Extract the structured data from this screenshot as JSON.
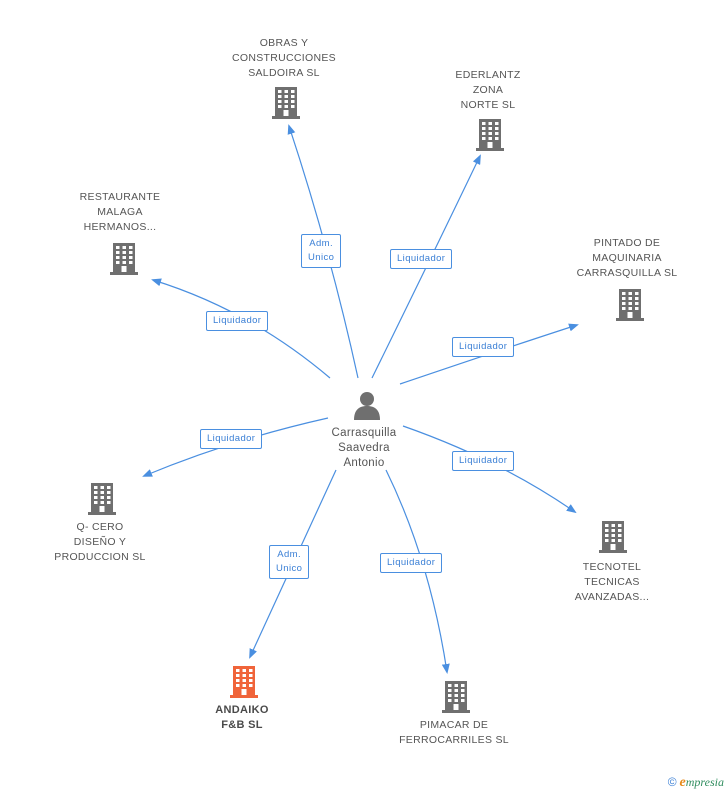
{
  "center": {
    "name": "Carrasquilla\nSaavedra\nAntonio",
    "icon": "person-icon"
  },
  "nodes": [
    {
      "id": "obras",
      "label": "OBRAS Y\nCONSTRUCCIONES\nSALDOIRA SL",
      "icon": "building-icon",
      "color": "#6f6f6f"
    },
    {
      "id": "ederlantz",
      "label": "EDERLANTZ\nZONA\nNORTE SL",
      "icon": "building-icon",
      "color": "#6f6f6f"
    },
    {
      "id": "restaurante",
      "label": "RESTAURANTE\nMALAGA\nHERMANOS...",
      "icon": "building-icon",
      "color": "#6f6f6f"
    },
    {
      "id": "pintado",
      "label": "PINTADO DE\nMAQUINARIA\nCARRASQUILLA SL",
      "icon": "building-icon",
      "color": "#6f6f6f"
    },
    {
      "id": "qcero",
      "label": "Q- CERO\nDISEÑO Y\nPRODUCCION SL",
      "icon": "building-icon",
      "color": "#6f6f6f"
    },
    {
      "id": "tecnotel",
      "label": "TECNOTEL\nTECNICAS\nAVANZADAS...",
      "icon": "building-icon",
      "color": "#6f6f6f"
    },
    {
      "id": "andaiko",
      "label": "ANDAIKO\nF&B SL",
      "icon": "building-icon",
      "color": "#f0643a",
      "highlight": true
    },
    {
      "id": "pimacar",
      "label": "PIMACAR DE\nFERROCARRILES SL",
      "icon": "building-icon",
      "color": "#6f6f6f"
    }
  ],
  "edges": [
    {
      "to": "obras",
      "role": "Adm.\nUnico"
    },
    {
      "to": "ederlantz",
      "role": "Liquidador"
    },
    {
      "to": "restaurante",
      "role": "Liquidador"
    },
    {
      "to": "pintado",
      "role": "Liquidador"
    },
    {
      "to": "qcero",
      "role": "Liquidador"
    },
    {
      "to": "tecnotel",
      "role": "Liquidador"
    },
    {
      "to": "andaiko",
      "role": "Adm.\nUnico"
    },
    {
      "to": "pimacar",
      "role": "Liquidador"
    }
  ],
  "footer": {
    "copyright": "©",
    "brand_initial": "e",
    "brand_rest": "mpresia"
  },
  "colors": {
    "edge": "#4a8fe0",
    "badge_text": "#3a7fd5",
    "default_building": "#6f6f6f",
    "highlight_building": "#f0643a"
  }
}
